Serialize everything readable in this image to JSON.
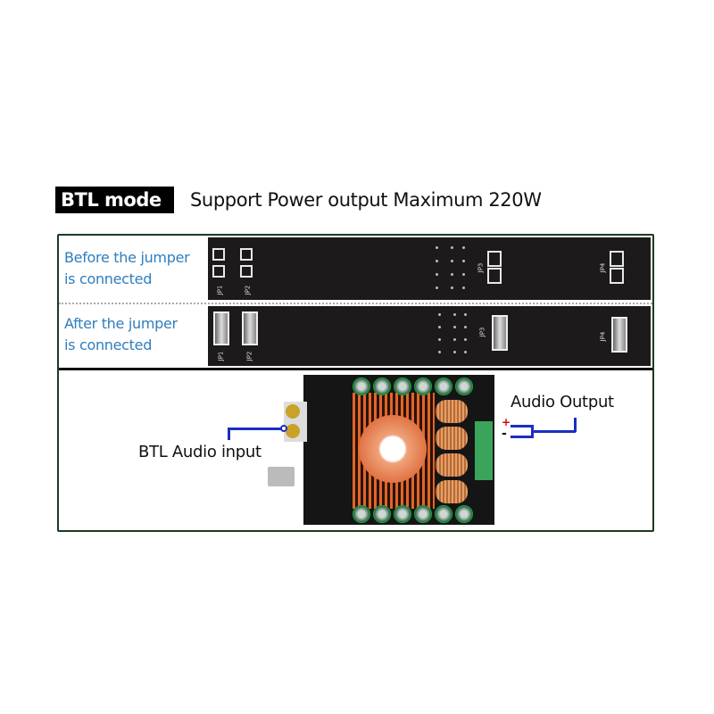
{
  "header": {
    "mode_label": "BTL mode",
    "title": "Support Power output Maximum 220W"
  },
  "rows": [
    {
      "label_line1": "Before the jumper",
      "label_line2": "is connected",
      "state": "open"
    },
    {
      "label_line1": "After the jumper",
      "label_line2": "is connected",
      "state": "bridged"
    }
  ],
  "jumpers": [
    "JP1",
    "JP2",
    "JP3",
    "JP4"
  ],
  "board": {
    "input_label": "BTL Audio input",
    "output_label": "Audio Output",
    "plus": "+",
    "minus": "-"
  },
  "colors": {
    "label_blue": "#2f7dbd",
    "wire_blue": "#1b2fc0",
    "frame": "#1d3a24"
  }
}
